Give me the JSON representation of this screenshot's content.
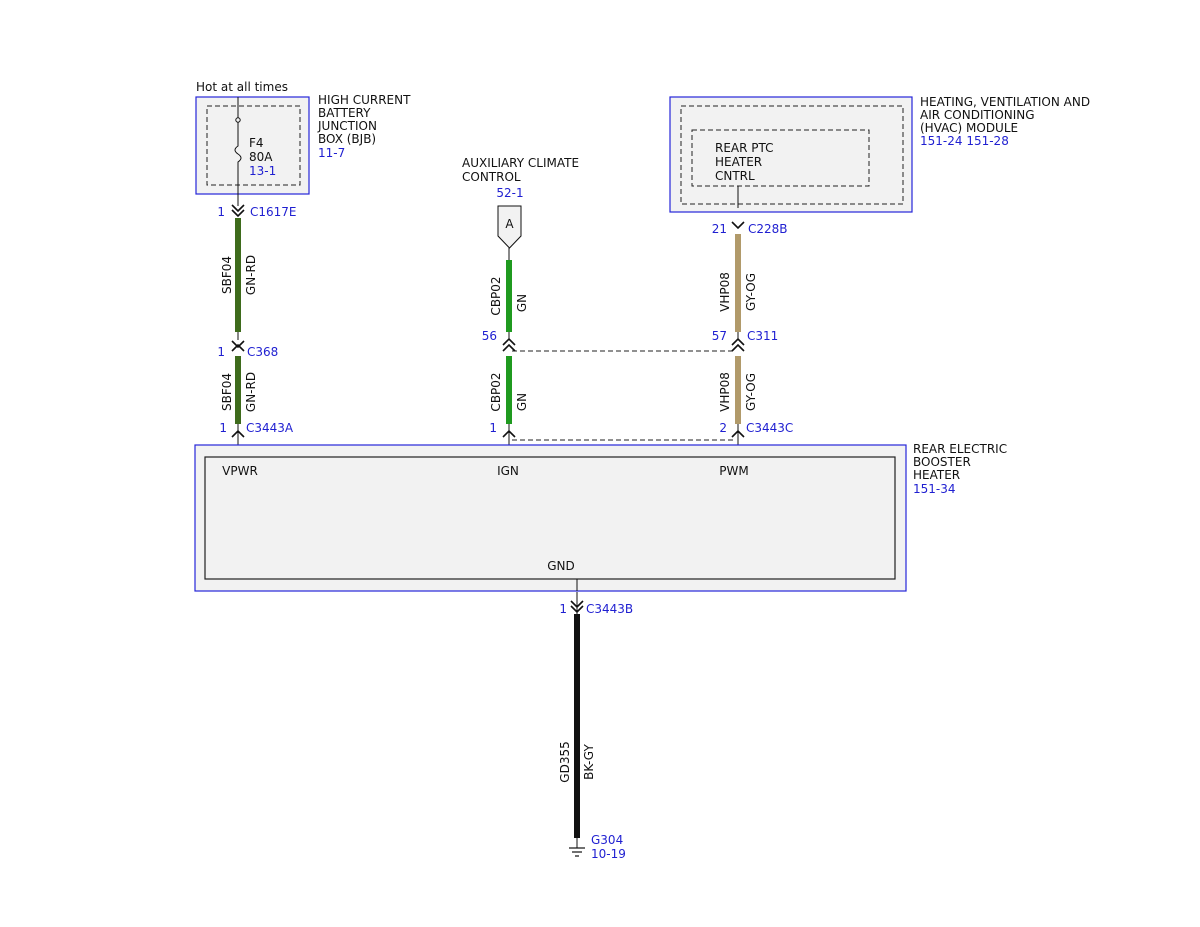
{
  "colors": {
    "component_border": "#2626d9",
    "component_fill": "#f2f2f2",
    "reference_text": "#1f1fd1",
    "wire_gn_rd": "#3e6b1c",
    "wire_gn": "#1f9a1f",
    "wire_gy_og": "#b19a6a",
    "wire_bk_gy": "#111111"
  },
  "bjb": {
    "hot_label": "Hot at all times",
    "name_lines": [
      "HIGH CURRENT",
      "BATTERY",
      "JUNCTION",
      "BOX (BJB)"
    ],
    "ref": "11-7",
    "fuse_name": "F4",
    "fuse_rating": "80A",
    "fuse_ref": "13-1"
  },
  "aux_climate": {
    "name_lines": [
      "AUXILIARY CLIMATE",
      "CONTROL"
    ],
    "ref": "52-1",
    "connector_letter": "A"
  },
  "hvac": {
    "name_lines": [
      "HEATING, VENTILATION AND",
      "AIR CONDITIONING",
      "(HVAC) MODULE"
    ],
    "refs": "151-24  151-28",
    "inner_lines": [
      "REAR PTC",
      "HEATER",
      "CNTRL"
    ]
  },
  "booster": {
    "name_lines": [
      "REAR ELECTRIC",
      "BOOSTER",
      "HEATER"
    ],
    "ref": "151-34",
    "pins": {
      "vpwr": "VPWR",
      "ign": "IGN",
      "pwm": "PWM",
      "gnd": "GND"
    }
  },
  "connectors": {
    "c1617e": {
      "pin": "1",
      "name": "C1617E"
    },
    "c368": {
      "pin": "1",
      "name": "C368"
    },
    "c3443a": {
      "pin": "1",
      "name": "C3443A"
    },
    "c311_left": {
      "pin": "56"
    },
    "c311_right": {
      "pin": "57",
      "name": "C311"
    },
    "c3443_mid": {
      "pin": "1"
    },
    "c3443c": {
      "pin": "2",
      "name": "C3443C"
    },
    "c228b": {
      "pin": "21",
      "name": "C228B"
    },
    "c3443b": {
      "pin": "1",
      "name": "C3443B"
    }
  },
  "wires": {
    "sbf04_upper": {
      "circuit": "SBF04",
      "color": "GN-RD"
    },
    "sbf04_lower": {
      "circuit": "SBF04",
      "color": "GN-RD"
    },
    "cbp02_upper": {
      "circuit": "CBP02",
      "color": "GN"
    },
    "cbp02_lower": {
      "circuit": "CBP02",
      "color": "GN"
    },
    "vhp08_upper": {
      "circuit": "VHP08",
      "color": "GY-OG"
    },
    "vhp08_lower": {
      "circuit": "VHP08",
      "color": "GY-OG"
    },
    "gd355": {
      "circuit": "GD355",
      "color": "BK-GY"
    }
  },
  "ground": {
    "name": "G304",
    "ref": "10-19"
  }
}
